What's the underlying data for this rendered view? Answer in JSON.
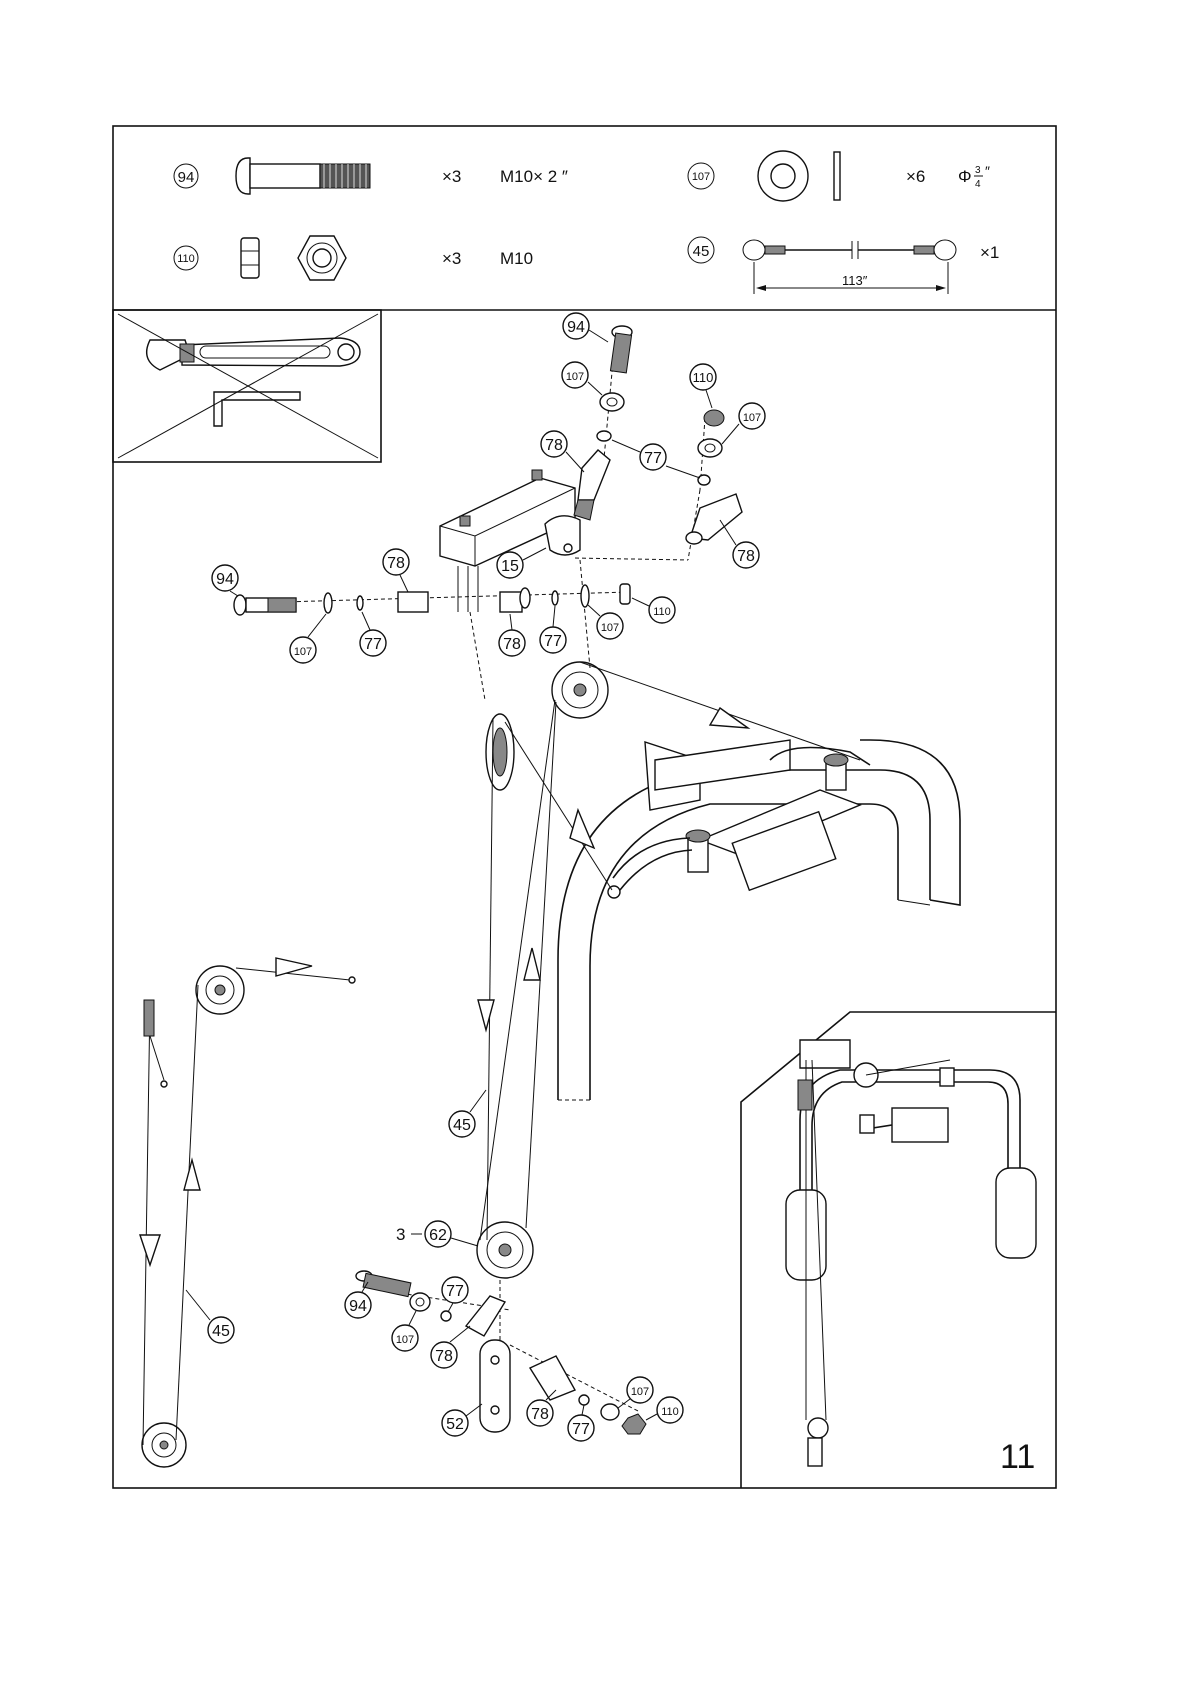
{
  "hardware": {
    "bolt": {
      "part": "94",
      "qty": "×3",
      "spec": "M10× 2 ″"
    },
    "nut": {
      "part": "110",
      "qty": "×3",
      "spec": "M10"
    },
    "washer": {
      "part": "107",
      "qty": "×6",
      "spec_prefix": "Φ",
      "spec_num": "3",
      "spec_den": "4",
      "spec_unit": "″"
    },
    "cable": {
      "part": "45",
      "qty": "×1",
      "length": "113″"
    }
  },
  "callouts": {
    "top_bolt": "94",
    "top_washer": "107",
    "top_nut": "110",
    "top_washer_r": "107",
    "arm_left": "78",
    "spacer_top": "77",
    "arm_right": "78",
    "bracket": "15",
    "mid_arm_left": "78",
    "mid_bolt": "94",
    "mid_washer_l": "107",
    "mid_spacer_l": "77",
    "mid_arm_right": "78",
    "mid_spacer_r": "77",
    "mid_washer_r": "107",
    "mid_nut": "110",
    "cable_center": "45",
    "pulley_prefix": "3",
    "pulley_part": "62",
    "low_spacer": "77",
    "low_bolt": "94",
    "low_washer": "107",
    "low_arm": "78",
    "low_bracket": "52",
    "low_arm2": "78",
    "low_spacer2": "77",
    "low_washer2": "107",
    "low_nut": "110",
    "cable_left": "45"
  },
  "step_number": "11"
}
